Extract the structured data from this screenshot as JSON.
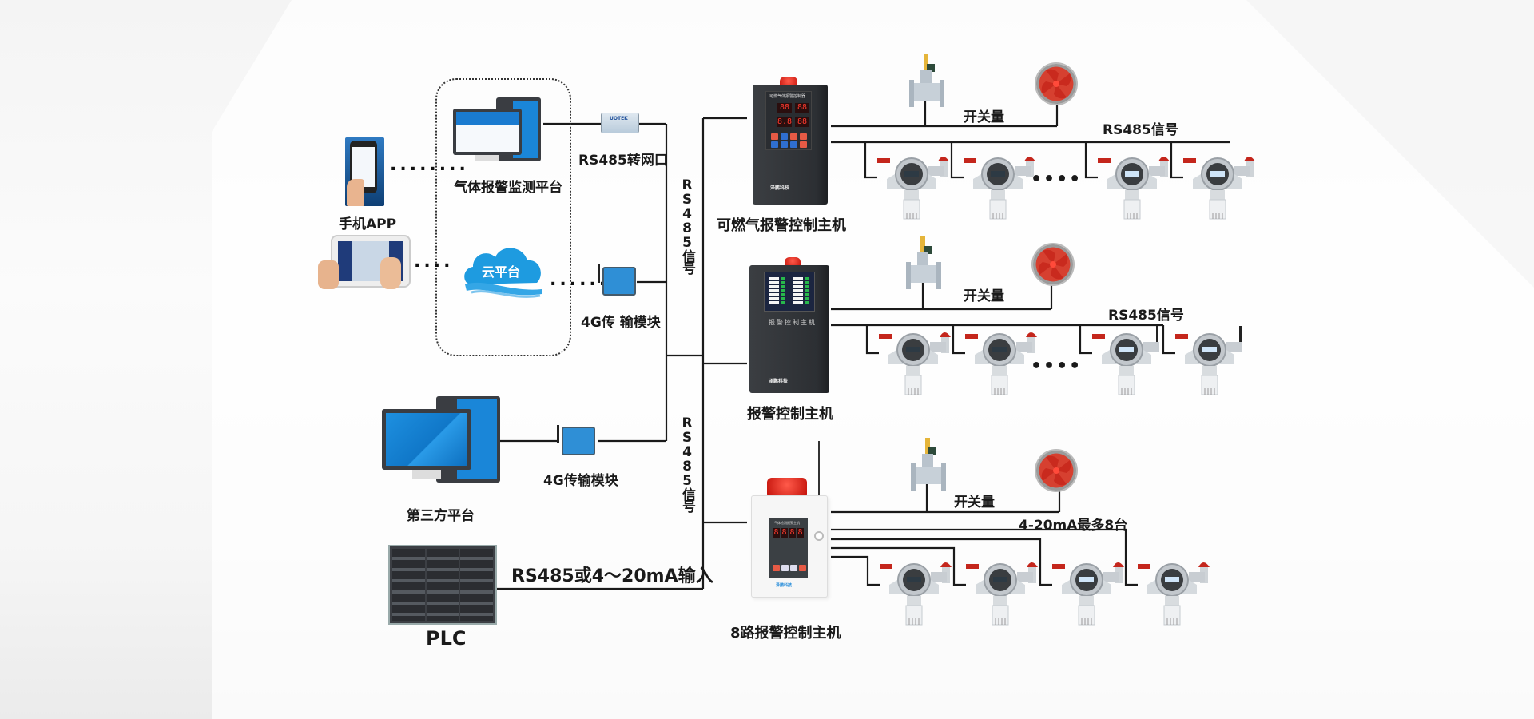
{
  "diagram": {
    "title_hidden": "",
    "left_clients": {
      "mobile_app": {
        "label": "手机APP",
        "connector": "dotted"
      },
      "tablet": {
        "label": "",
        "connector": "dotted"
      }
    },
    "platform_group": {
      "monitoring_platform": {
        "label": "气体报警监测平台",
        "screen_title": "气体报警监测平台"
      },
      "cloud_platform": {
        "label": "云平台"
      }
    },
    "converters": {
      "rs485_to_ethernet": {
        "label": "RS485转网口",
        "brand": "UOTEK"
      },
      "module_4g_top": {
        "label": "4G传 输模块"
      },
      "module_4g_bottom": {
        "label": "4G传输模块"
      }
    },
    "third_party": {
      "label": "第三方平台"
    },
    "plc": {
      "label": "PLC",
      "link_label": "RS485或4～20mA输入"
    },
    "bus_labels": {
      "upper": "RS485信号",
      "lower": "RS485信号"
    },
    "controllers": [
      {
        "label": "可燃气报警控制主机",
        "panel_title": "可燃气体报警控制器",
        "display": [
          "88",
          "88",
          "8.8",
          "88"
        ],
        "switch_label": "开关量",
        "sensor_bus_label": "RS485信号",
        "ellipsis": "••••",
        "detectors": 4
      },
      {
        "label": "报警控制主机",
        "panel_title": "报警控制主机",
        "switch_label": "开关量",
        "sensor_bus_label": "RS485信号",
        "ellipsis": "••••",
        "detectors": 4
      },
      {
        "label": "8路报警控制主机",
        "panel_title": "气体检测报警主机",
        "display": [
          "8",
          "8",
          "8",
          "8"
        ],
        "switch_label": "开关量",
        "sensor_bus_label": "4-20mA最多8台",
        "detectors": 4
      }
    ],
    "brand_logo": "泽鹏科技",
    "colors": {
      "line": "#1a1a1a",
      "accent_blue": "#1a86d8",
      "alarm_red": "#d9281c",
      "controller_dark": "#2f3236",
      "background": "#f7f7f7"
    }
  }
}
